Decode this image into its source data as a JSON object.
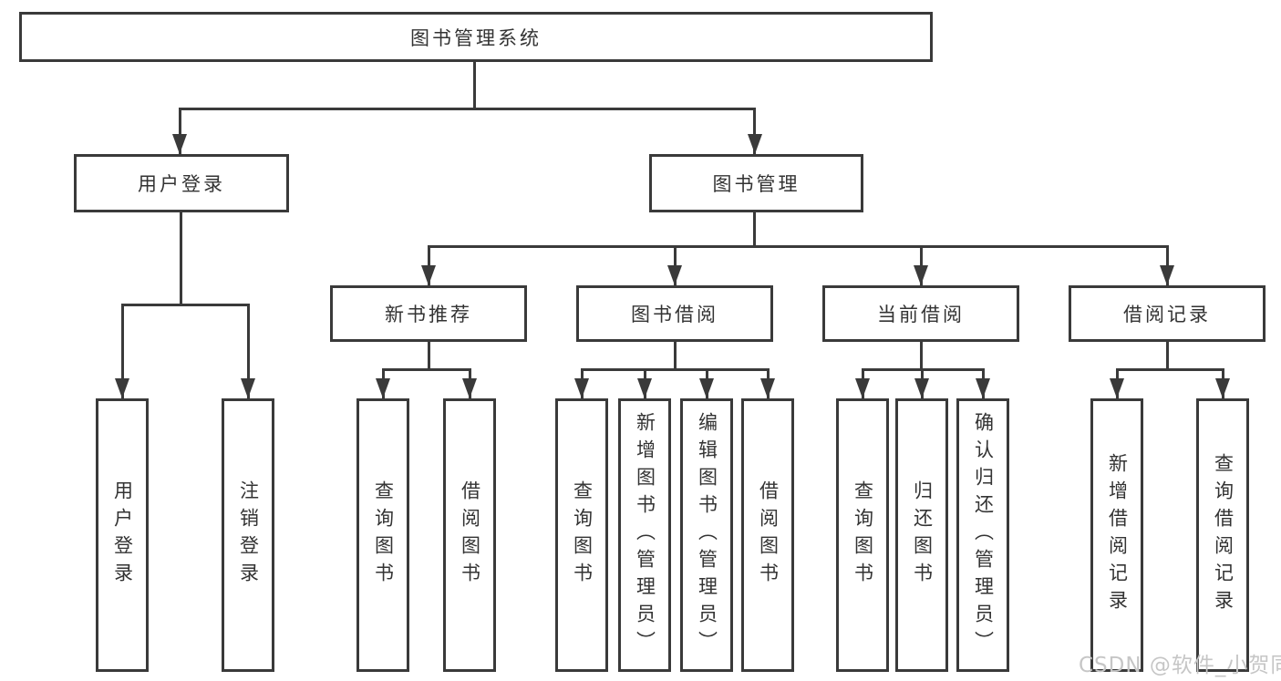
{
  "colors": {
    "line": "#3a3a3a",
    "text": "#333333",
    "background": "#ffffff",
    "watermark": "#c6c6c6"
  },
  "nodes": {
    "root": {
      "label": "图书管理系统"
    },
    "level2": [
      {
        "label": "用户登录"
      },
      {
        "label": "图书管理"
      }
    ],
    "login_children": [
      {
        "label": "用户登录"
      },
      {
        "label": "注销登录"
      }
    ],
    "manage_children": [
      {
        "label": "新书推荐"
      },
      {
        "label": "图书借阅"
      },
      {
        "label": "当前借阅"
      },
      {
        "label": "借阅记录"
      }
    ],
    "new_book_leaves": [
      {
        "label": "查询图书"
      },
      {
        "label": "借阅图书"
      }
    ],
    "book_borrow_leaves": [
      {
        "label": "查询图书"
      },
      {
        "label": "新增图书（管理员）"
      },
      {
        "label": "编辑图书（管理员）"
      },
      {
        "label": "借阅图书"
      }
    ],
    "current_borrow_leaves": [
      {
        "label": "查询图书"
      },
      {
        "label": "归还图书"
      },
      {
        "label": "确认归还（管理员）"
      }
    ],
    "records_leaves": [
      {
        "label": "新增借阅记录"
      },
      {
        "label": "查询借阅记录"
      }
    ]
  },
  "watermark": {
    "text": "CSDN @软件_小贺同学"
  }
}
